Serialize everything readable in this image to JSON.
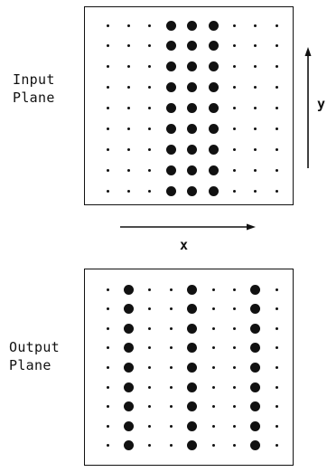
{
  "input_plane": {
    "label": "Input\nPlane",
    "rows": 9,
    "columns": 9,
    "large_dot_columns": [
      4,
      5,
      6
    ]
  },
  "output_plane": {
    "label": "Output\nPlane",
    "rows": 9,
    "columns": 9,
    "large_dot_columns": [
      2,
      5,
      8
    ]
  },
  "axes": {
    "x_label": "x",
    "y_label": "y"
  },
  "colors": {
    "ink": "#111111",
    "background": "#ffffff"
  }
}
